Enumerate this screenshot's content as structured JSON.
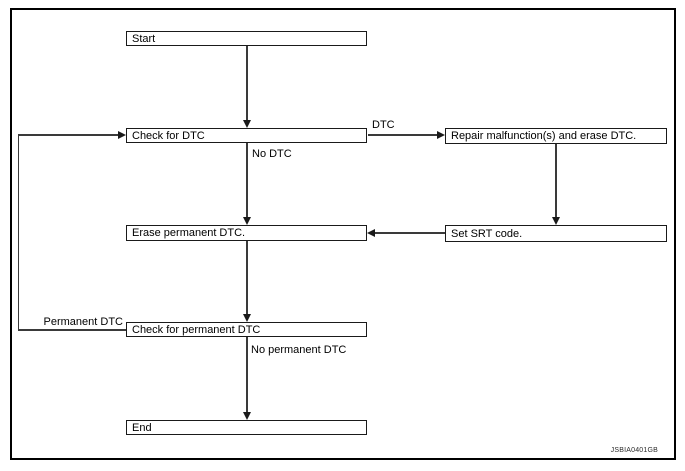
{
  "diagram": {
    "figure_code": "JSBIA0401GB",
    "nodes": {
      "start": "Start",
      "check_dtc": "Check for DTC",
      "repair": "Repair malfunction(s) and erase DTC.",
      "erase_permanent": "Erase permanent DTC.",
      "set_srt": "Set SRT code.",
      "check_permanent": "Check for permanent DTC",
      "end": "End"
    },
    "edge_labels": {
      "dtc": "DTC",
      "no_dtc": "No DTC",
      "permanent_dtc": "Permanent DTC",
      "no_permanent_dtc": "No permanent DTC"
    },
    "edges": [
      {
        "from": "start",
        "to": "check_dtc",
        "label": ""
      },
      {
        "from": "check_dtc",
        "to": "repair",
        "label": "DTC"
      },
      {
        "from": "check_dtc",
        "to": "erase_permanent",
        "label": "No DTC"
      },
      {
        "from": "repair",
        "to": "set_srt",
        "label": ""
      },
      {
        "from": "set_srt",
        "to": "erase_permanent",
        "label": ""
      },
      {
        "from": "erase_permanent",
        "to": "check_permanent",
        "label": ""
      },
      {
        "from": "check_permanent",
        "to": "check_dtc",
        "label": "Permanent DTC"
      },
      {
        "from": "check_permanent",
        "to": "end",
        "label": "No permanent DTC"
      }
    ],
    "colors": {
      "background": "#ffffff",
      "frame_border": "#000000",
      "box_border": "#1a1a1a",
      "connector": "#3a3a3a",
      "text": "#000000"
    }
  }
}
